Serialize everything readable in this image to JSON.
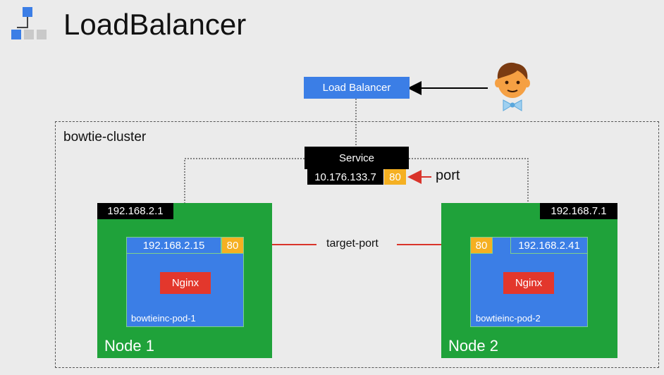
{
  "header": {
    "title": "LoadBalancer",
    "icon": "diagram-logo-icon"
  },
  "load_balancer": {
    "label": "Load Balancer"
  },
  "user": {
    "icon": "person-with-bowtie-icon"
  },
  "cluster": {
    "label": "bowtie-cluster"
  },
  "service": {
    "label": "Service",
    "cluster_ip": "10.176.133.7",
    "port": "80",
    "port_label": "port"
  },
  "target_port_label": "target-port",
  "nodes": [
    {
      "name": "Node 1",
      "ip": "192.168.2.1",
      "pod": {
        "ip": "192.168.2.15",
        "port": "80",
        "container": "Nginx",
        "name": "bowtieinc-pod-1"
      }
    },
    {
      "name": "Node 2",
      "ip": "192.168.7.1",
      "pod": {
        "ip": "192.168.2.41",
        "port": "80",
        "container": "Nginx",
        "name": "bowtieinc-pod-2"
      }
    }
  ],
  "colors": {
    "node": "#1fa23a",
    "pod": "#3b7ee6",
    "load_balancer": "#3b7ee6",
    "container": "#e3372c",
    "port": "#f5b022",
    "arrow": "#d9342b",
    "background": "#ebebeb"
  }
}
